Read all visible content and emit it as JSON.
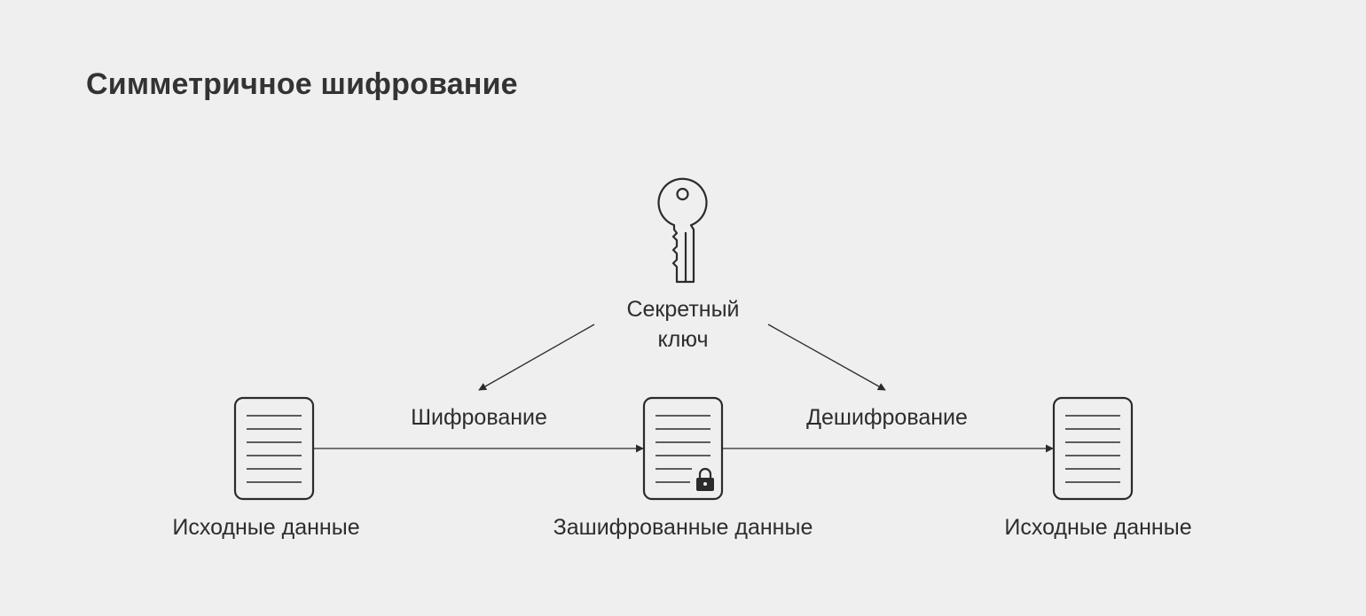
{
  "title": "Симметричное шифрование",
  "key": {
    "label_line1": "Секретный",
    "label_line2": "ключ",
    "icon": "key-icon"
  },
  "steps": {
    "encrypt_label": "Шифрование",
    "decrypt_label": "Дешифрование"
  },
  "documents": [
    {
      "label": "Исходные данные",
      "icon": "document-icon"
    },
    {
      "label": "Зашифрованные данные",
      "icon": "locked-document-icon"
    },
    {
      "label": "Исходные данные",
      "icon": "document-icon"
    }
  ],
  "colors": {
    "background": "#efefef",
    "stroke": "#2b2b2b"
  }
}
